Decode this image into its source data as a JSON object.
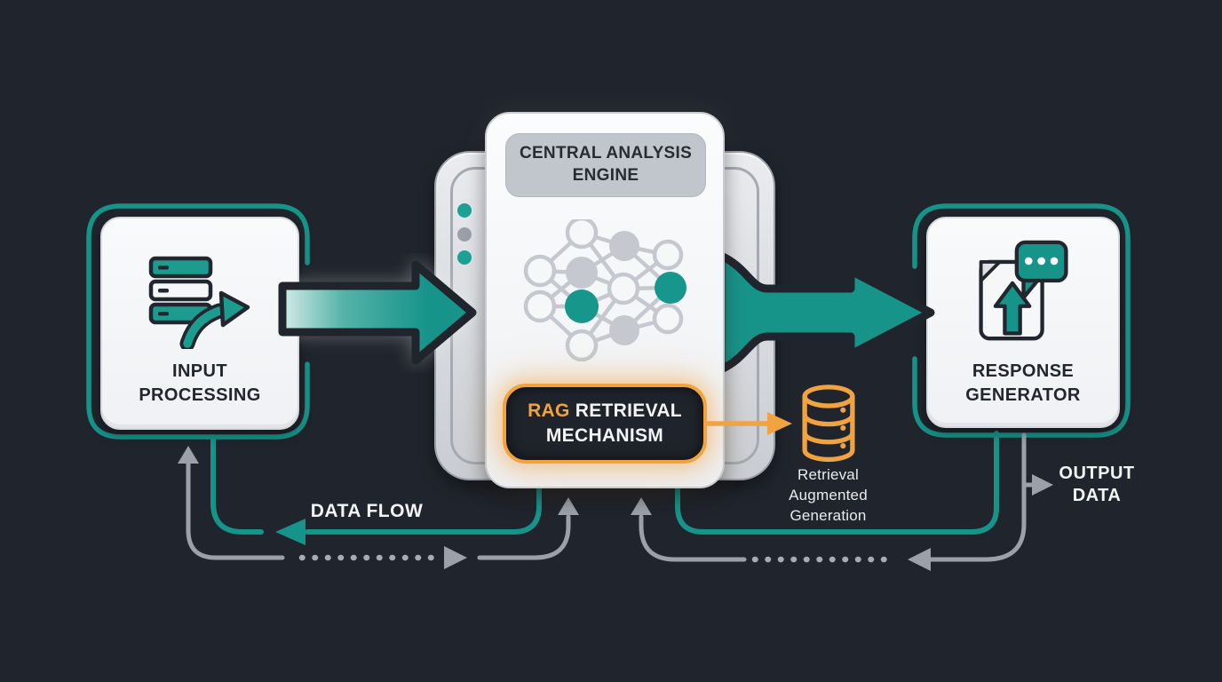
{
  "diagram": {
    "input_node": {
      "lines": [
        "INPUT",
        "PROCESSING"
      ],
      "icon": "server-stack-with-arrow-icon"
    },
    "engine_node": {
      "lines": [
        "CENTRAL ANALYSIS",
        "ENGINE"
      ],
      "icon": "neural-network-icon"
    },
    "rag_badge": {
      "accent": "RAG",
      "line1_rest": " RETRIEVAL",
      "line2": "MECHANISM"
    },
    "response_node": {
      "lines": [
        "RESPONSE",
        "GENERATOR"
      ],
      "icon": "document-upload-chat-icon"
    },
    "retrieval_db": {
      "caption_lines": [
        "Retrieval",
        "Augmented",
        "Generation"
      ],
      "icon": "database-icon"
    },
    "flow_labels": {
      "data_flow": "DATA FLOW",
      "output_data_lines": [
        "OUTPUT",
        "DATA"
      ]
    }
  },
  "colors": {
    "background": "#20242C",
    "teal": "#17948A",
    "teal_bright": "#1BA294",
    "orange": "#F1A340",
    "gray_line": "#9CA1A9",
    "card_gray": "#D9DCE0",
    "box_fill": "#F3F5F7",
    "dark_text": "#22262F",
    "light_text": "#F3F4F6"
  }
}
